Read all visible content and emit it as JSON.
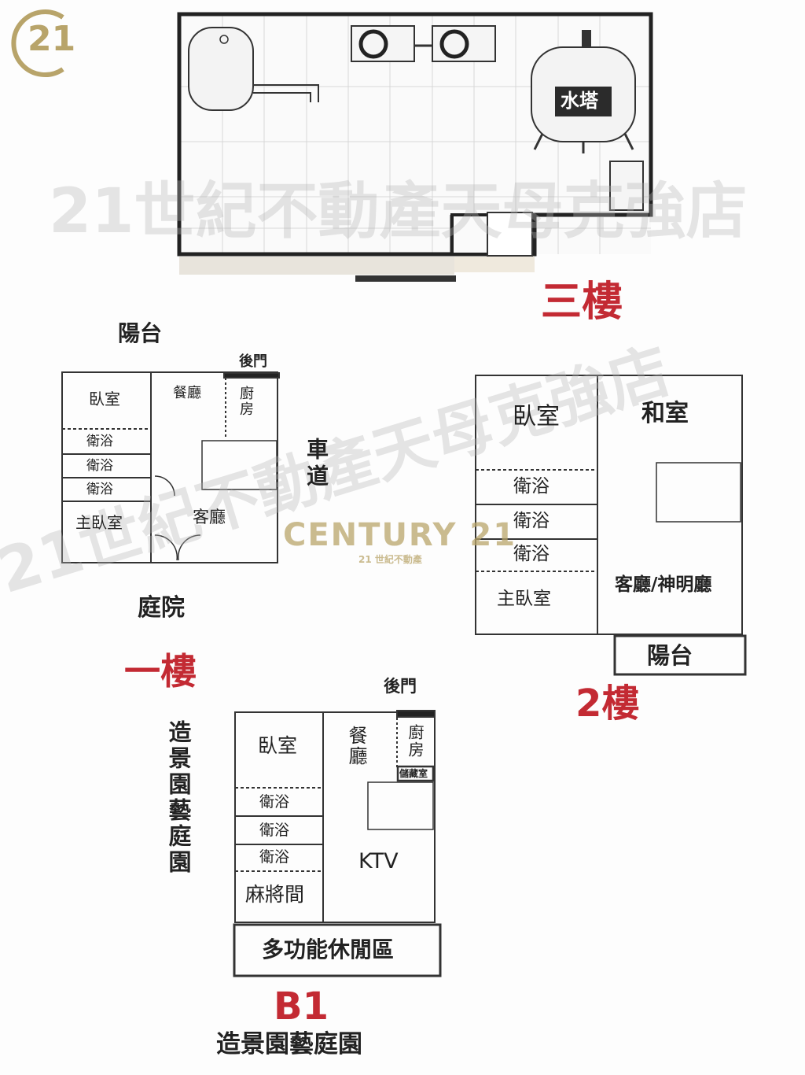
{
  "logo": {
    "text": "21",
    "color": "#b8a46a"
  },
  "watermark": {
    "text": "21世紀不動產天母克強店",
    "brand": "CENTURY 21",
    "brand_sub": "21 世紀不動產"
  },
  "floor3": {
    "title": "三樓",
    "water_tower": "水塔"
  },
  "floor1": {
    "title": "一樓",
    "balcony": "陽台",
    "back_door": "後門",
    "bedroom": "臥室",
    "dining": "餐廳",
    "kitchen": "廚房",
    "bath1": "衛浴",
    "bath2": "衛浴",
    "bath3": "衛浴",
    "master": "主臥室",
    "living": "客廳",
    "driveway": "車道",
    "yard": "庭院"
  },
  "floor2": {
    "title": "2樓",
    "bedroom": "臥室",
    "japanese_room": "和室",
    "bath1": "衛浴",
    "bath2": "衛浴",
    "bath3": "衛浴",
    "master": "主臥室",
    "living": "客廳/神明廳",
    "balcony": "陽台"
  },
  "b1": {
    "title": "B1",
    "back_door": "後門",
    "bedroom": "臥室",
    "dining": "餐廳",
    "kitchen": "廚房",
    "storage": "儲藏室",
    "bath1": "衛浴",
    "bath2": "衛浴",
    "bath3": "衛浴",
    "mahjong": "麻將間",
    "ktv": "KTV",
    "multi": "多功能休閒區",
    "garden_side": "造景園藝庭園",
    "garden_bottom": "造景園藝庭園"
  },
  "colors": {
    "title_red": "#c32a33",
    "brand_gold": "#b8a46a"
  }
}
